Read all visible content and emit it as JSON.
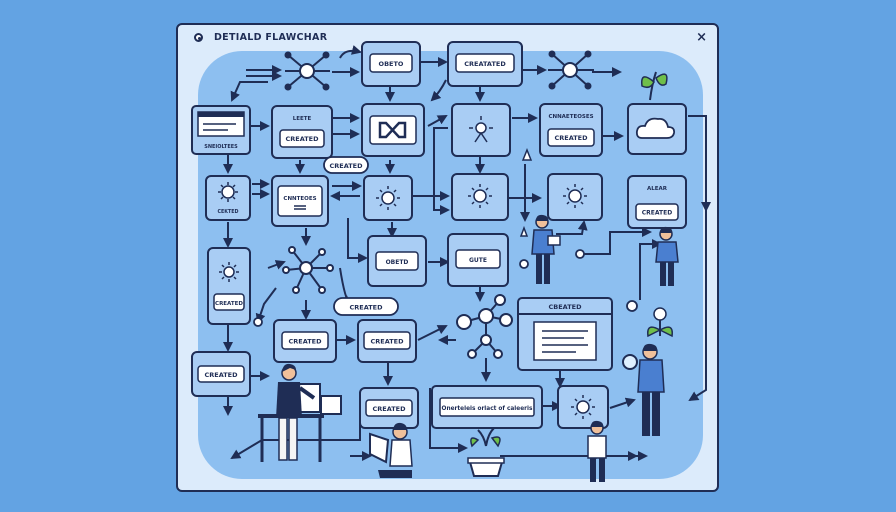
{
  "window": {
    "title": "DETIALD FLAWCHAR",
    "close_label": "×"
  },
  "colors": {
    "background": "#63a3e3",
    "window": "#dcebfb",
    "canvas": "#8dbff0",
    "node_fill": "#a9cdf4",
    "stroke": "#1f2d55"
  },
  "nodes": {
    "top_center": "OBETO",
    "top_right": "CREATATED",
    "row2_a_top": "LEETE",
    "row2_a": "CREATED",
    "row2_b_caption": "SNEIOLTEES",
    "row2_d_top": "CNNAETEOSES",
    "row2_d": "CREATED",
    "pill_1": "CREATED",
    "row3_a": "CEKTED",
    "row3_b": "CNNTEOES",
    "row3_e_top": "ALEAR",
    "row3_e": "CREATED",
    "row4_b": "OBETD",
    "row4_c": "GUTE",
    "row4_left": "CREATED",
    "pill_2": "CREATED",
    "row5_a": "CREATED",
    "row5_b": "CREATED",
    "panel_title": "CBEATED",
    "left_bottom": "CREATED",
    "row6_b": "CREATED",
    "long_box": "Onerteleis orlact of caleeris"
  }
}
